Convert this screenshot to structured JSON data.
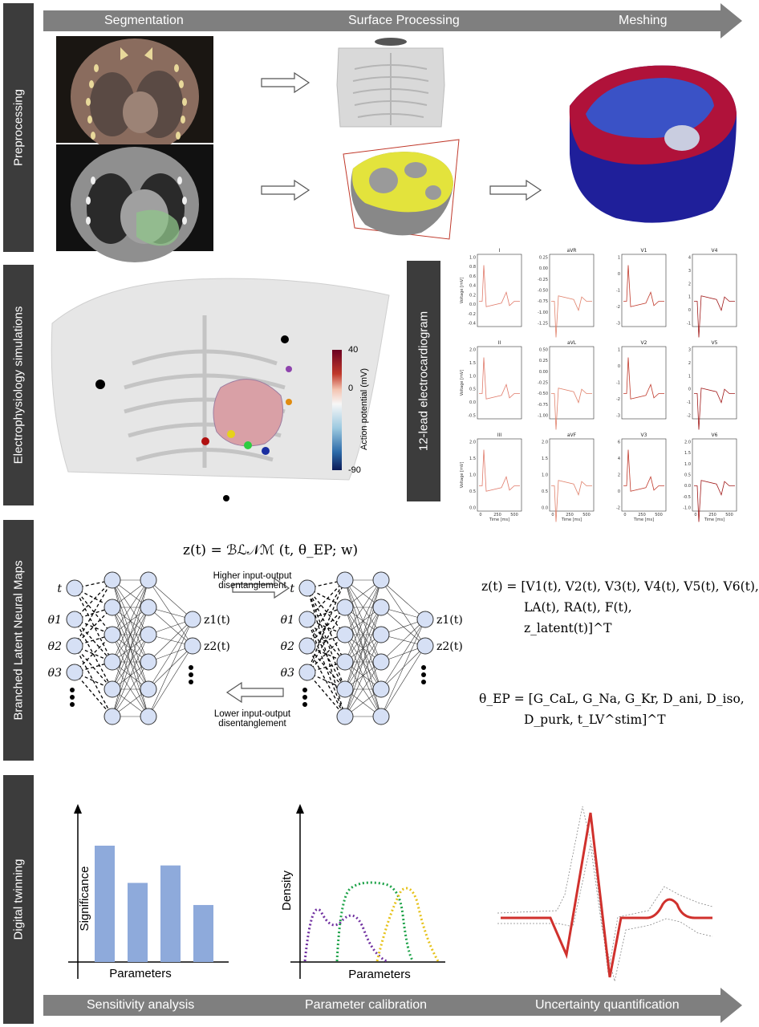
{
  "sections": {
    "preprocessing": "Preprocessing",
    "electrophysiology": "Electrophysiology simulations",
    "blnm": "Branched Latent Neural Maps",
    "digital_twinning": "Digital twinning"
  },
  "top_bar": {
    "steps": [
      "Segmentation",
      "Surface Processing",
      "Meshing"
    ]
  },
  "bottom_bar": {
    "steps": [
      "Sensitivity analysis",
      "Parameter calibration",
      "Uncertainty quantification"
    ]
  },
  "ecg_label": "12-lead electrocardiogram",
  "colorbar": {
    "title": "Action potential (mV)",
    "ticks": [
      "40",
      "0",
      "-90"
    ]
  },
  "ecg": {
    "ylabel": "Voltage [mV]",
    "xlabel": "Time [ms]",
    "xticks": [
      "0",
      "250",
      "500"
    ],
    "leads": [
      {
        "name": "I",
        "yticks": [
          "1.0",
          "0.8",
          "0.6",
          "0.4",
          "0.2",
          "0.0",
          "-0.2",
          "-0.4"
        ]
      },
      {
        "name": "aVR",
        "yticks": [
          "0.25",
          "0.00",
          "-0.25",
          "-0.50",
          "-0.75",
          "-1.00",
          "-1.25"
        ]
      },
      {
        "name": "V1",
        "yticks": [
          "1",
          "0",
          "-1",
          "-2",
          "-3"
        ]
      },
      {
        "name": "V4",
        "yticks": [
          "4",
          "3",
          "2",
          "1",
          "0",
          "-1"
        ]
      },
      {
        "name": "II",
        "yticks": [
          "2.0",
          "1.5",
          "1.0",
          "0.5",
          "0.0",
          "-0.5"
        ]
      },
      {
        "name": "aVL",
        "yticks": [
          "0.50",
          "0.25",
          "0.00",
          "-0.25",
          "-0.50",
          "-0.75",
          "-1.00"
        ]
      },
      {
        "name": "V2",
        "yticks": [
          "1",
          "0",
          "-1",
          "-2",
          "-3"
        ]
      },
      {
        "name": "V5",
        "yticks": [
          "3",
          "2",
          "1",
          "0",
          "-1",
          "-2"
        ]
      },
      {
        "name": "III",
        "yticks": [
          "2.0",
          "1.5",
          "1.0",
          "0.5",
          "0.0"
        ]
      },
      {
        "name": "aVF",
        "yticks": [
          "2.0",
          "1.5",
          "1.0",
          "0.5",
          "0.0"
        ]
      },
      {
        "name": "V3",
        "yticks": [
          "6",
          "4",
          "2",
          "0",
          "-2"
        ]
      },
      {
        "name": "V6",
        "yticks": [
          "2.0",
          "1.5",
          "1.0",
          "0.5",
          "0.0",
          "-0.5",
          "-1.0"
        ]
      }
    ]
  },
  "blnm": {
    "equation": "z(t) = ℬℒ𝒩ℳ (t, θ_EP; w)",
    "higher_note": "Higher input-output disentanglement",
    "lower_note": "Lower input-output disentanglement",
    "inputs": [
      "t",
      "θ1",
      "θ2",
      "θ3"
    ],
    "outputs": [
      "z1(t)",
      "z2(t)"
    ],
    "z_def_line1": "z(t) = [V1(t), V2(t), V3(t), V4(t), V5(t), V6(t),",
    "z_def_line2": "LA(t), RA(t), F(t),",
    "z_def_line3": "z_latent(t)]^T",
    "theta_def_line1": "θ_EP = [G_CaL, G_Na, G_Kr, D_ani, D_iso,",
    "theta_def_line2": "D_purk, t_LV^stim]^T"
  },
  "twinning": {
    "sensitivity": {
      "ylabel": "Significance",
      "xlabel": "Parameters",
      "values": [
        1.0,
        0.68,
        0.83,
        0.49
      ]
    },
    "calibration": {
      "ylabel": "Density",
      "xlabel": "Parameters"
    },
    "colors": {
      "accent_bar": "#8eaadb",
      "ecg_red": "#d0312d",
      "purple": "#7030a0",
      "green": "#1fa34a",
      "yellow": "#e6c21a"
    }
  }
}
